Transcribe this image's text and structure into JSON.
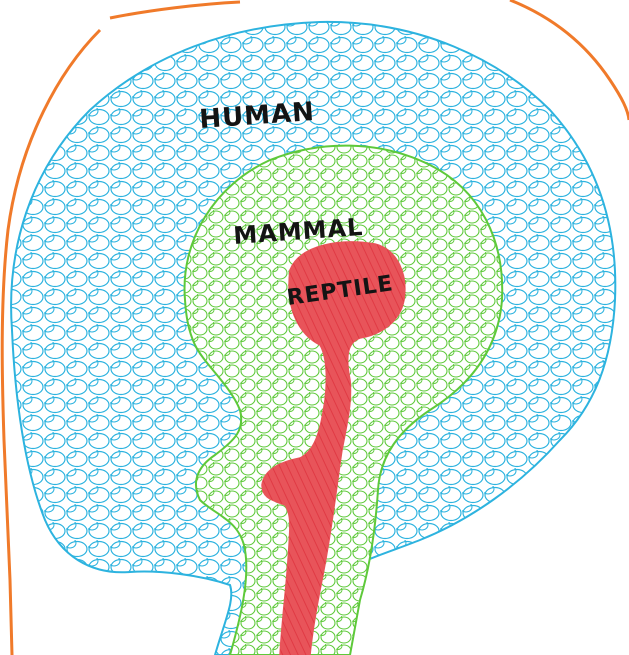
{
  "diagram": {
    "labels": {
      "human": "HUMAN",
      "mammal": "MAMMAL",
      "reptile": "REPTILE"
    },
    "colors": {
      "head_outline": "#f07a2a",
      "human_layer": "#2db3df",
      "mammal_layer": "#5ec93a",
      "reptile_layer": "#e8545a",
      "ink": "#141414",
      "paper": "#ffffff"
    }
  }
}
